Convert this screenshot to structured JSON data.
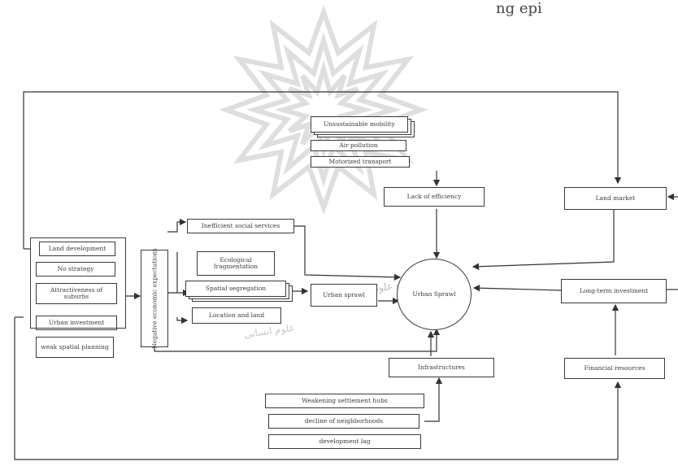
{
  "diagram": {
    "top_text": "ng   epi",
    "center": {
      "label": "Urban Sprawl"
    },
    "left_boxes": [
      {
        "id": "l1",
        "label": "Land development"
      },
      {
        "id": "l2",
        "label": "No strategy"
      },
      {
        "id": "l3",
        "label": "Attractiveness of suburbs"
      },
      {
        "id": "l4",
        "label": "Urban investment"
      },
      {
        "id": "l5",
        "label": "weak spatial planning"
      }
    ],
    "vertical_box": {
      "label": "Negative economic expectations"
    },
    "mid_boxes": [
      {
        "id": "m1",
        "label": "Inefficient social services"
      },
      {
        "id": "m2",
        "label": "Ecological fragmentation"
      },
      {
        "id": "m3",
        "label": "Spatial segregation"
      },
      {
        "id": "m4",
        "label": "Location and land"
      },
      {
        "id": "m5",
        "label": "Urban sprawl"
      }
    ],
    "top_stack": [
      {
        "id": "t1",
        "label": "Unsustainable mobility"
      },
      {
        "id": "t2",
        "label": "Air pollution"
      },
      {
        "id": "t3",
        "label": "Motorized transport"
      }
    ],
    "lack_box": {
      "label": "Lack of efficiency"
    },
    "right_boxes": [
      {
        "id": "r1",
        "label": "Land market"
      },
      {
        "id": "r2",
        "label": "Long-term investment"
      },
      {
        "id": "r3",
        "label": "Financial resources"
      }
    ],
    "bottom_box": {
      "label": "Infrastructures"
    },
    "bottom_stack": [
      {
        "id": "b1",
        "label": "Weakening settlement hubs"
      },
      {
        "id": "b2",
        "label": "decline of neighborhoods"
      },
      {
        "id": "b3",
        "label": "development lag"
      }
    ],
    "watermark_text_1": "پرتال جامع علوم انسانی",
    "watermark_text_2": "علوم انسانی"
  }
}
